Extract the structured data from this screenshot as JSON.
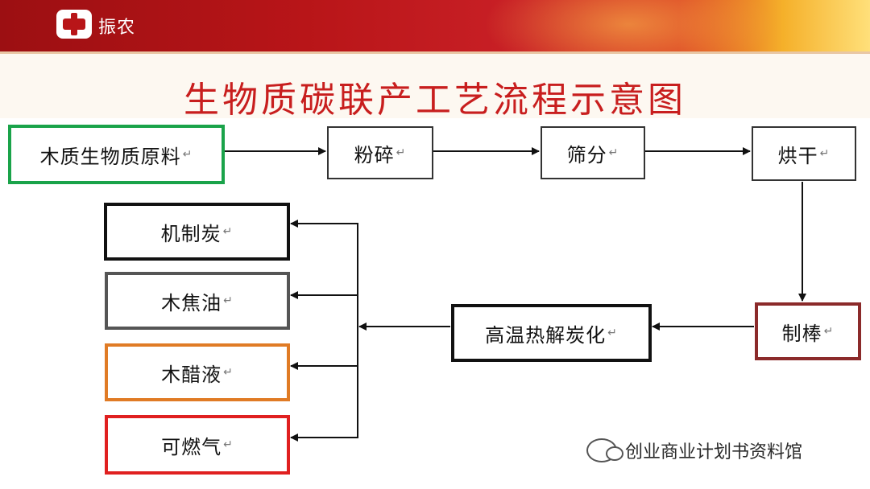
{
  "header": {
    "brand": "振农"
  },
  "diagram": {
    "title": "生物质碳联产工艺流程示意图",
    "return_mark": "↵",
    "nodes": {
      "raw_material": "木质生物质原料",
      "crush": "粉碎",
      "sieve": "筛分",
      "dry": "烘干",
      "rod_make": "制棒",
      "pyrolysis": "高温热解炭化",
      "charcoal": "机制炭",
      "wood_tar": "木焦油",
      "vinegar": "木醋液",
      "gas": "可燃气"
    },
    "colors": {
      "title": "#c81e1e",
      "raw_material_border": "#1aa34a",
      "rod_make_border": "#8b2a2a",
      "vinegar_border": "#e07b25",
      "gas_border": "#e02020",
      "tar_border": "#555555"
    }
  },
  "watermark": {
    "text": "创业商业计划书资料馆",
    "icon": "wechat-icon"
  }
}
